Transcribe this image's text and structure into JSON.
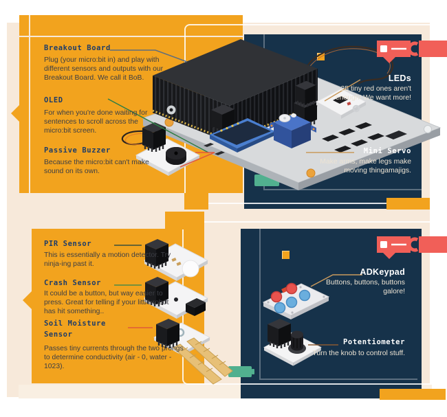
{
  "colors": {
    "orange": "#F2A31E",
    "navy": "#16324A",
    "cream": "#F7E9DA",
    "red": "#F15F58",
    "teal": "#51B08F",
    "tan": "#C9995C",
    "heading_navy": "#1F3D68",
    "body_dark": "#3C3E45",
    "body_light": "#ECE3D3"
  },
  "panels": {
    "tl": {
      "items": [
        {
          "title": "Breakout Board",
          "body": "Plug (your micro:bit in) and play with different sensors and outputs with our Breakout Board. We call it BoB."
        },
        {
          "title": "OLED",
          "body": "For when you're done waiting for sentences to scroll across the micro:bit screen."
        },
        {
          "title": "Passive Buzzer",
          "body": "Because the micro:bit can't make sound on its own."
        }
      ]
    },
    "tr": {
      "items": [
        {
          "title": "LEDs",
          "body": "25 tiny red ones aren't enough! We want more!"
        },
        {
          "title": "Mini Servo",
          "body": "Make arms, make legs make moving thingamajigs."
        }
      ]
    },
    "bl": {
      "items": [
        {
          "title": "PIR Sensor",
          "body": "This is essentially a motion detector. Try ninja-ing past it."
        },
        {
          "title": "Crash Sensor",
          "body": "It could be a button, but way easier to press. Great for telling if your little robot has hit something.."
        },
        {
          "title": "Soil Moisture Sensor",
          "body": "Passes tiny currents through the two prongs to determine conductivity (air - 0, water - 1023)."
        }
      ]
    },
    "br": {
      "items": [
        {
          "title": "ADKeypad",
          "body": "Buttons, buttons, buttons galore!"
        },
        {
          "title": "Potentiometer",
          "body": "Turn the knob to control stuff."
        }
      ]
    }
  }
}
